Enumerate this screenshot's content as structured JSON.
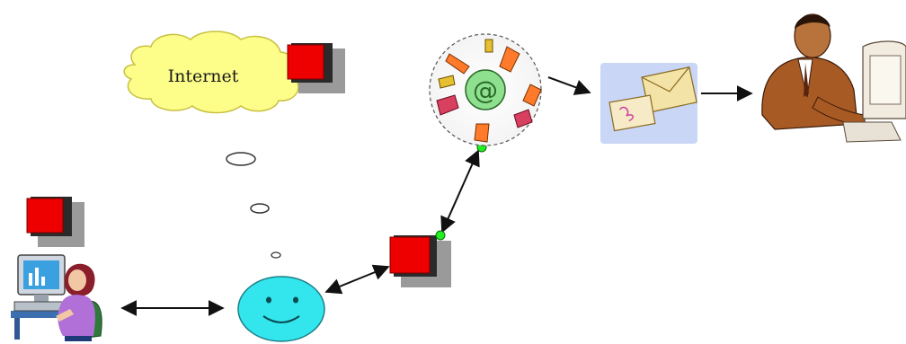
{
  "diagram": {
    "cloud_label": "Internet",
    "nodes": {
      "cloud": "internet-cloud",
      "sender": "woman-at-computer",
      "smiley": "smiley-face",
      "email_hub": "at-sign-mail-hub",
      "envelope": "envelope-clipart",
      "recipient": "man-at-computer"
    },
    "connectors": [
      {
        "from": "sender",
        "to": "smiley",
        "style": "double-arrow"
      },
      {
        "from": "smiley",
        "to": "red-box-middle",
        "style": "double-arrow"
      },
      {
        "from": "red-box-middle",
        "to": "email_hub",
        "style": "double-arrow"
      },
      {
        "from": "email_hub",
        "to": "envelope",
        "style": "arrow"
      },
      {
        "from": "envelope",
        "to": "recipient",
        "style": "arrow"
      }
    ],
    "colors": {
      "cloud_fill": "#fdfd8a",
      "red_box": "#ee0000",
      "smiley_fill": "#33e6ee",
      "endpoint_dot": "#22ee22",
      "envelope_bg": "#c9d6f6"
    }
  }
}
